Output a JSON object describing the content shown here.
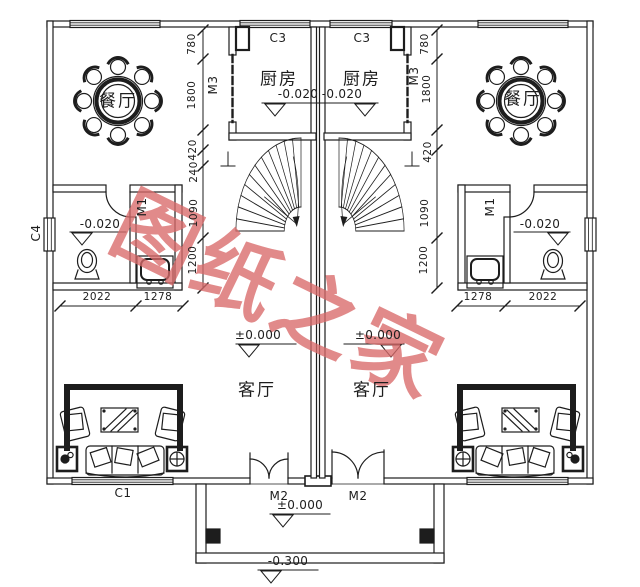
{
  "watermark": {
    "text": "图纸之家",
    "color": "#d96a6a"
  },
  "colors": {
    "line": "#1d1d1d",
    "background": "#ffffff",
    "watermark": "#d96a6a"
  },
  "rooms": {
    "dining": "餐厅",
    "kitchen": "厨房",
    "living": "客厅"
  },
  "codes": {
    "c1": "C1",
    "c3": "C3",
    "c4": "C4",
    "m1": "M1",
    "m2": "M2",
    "m3": "M3"
  },
  "levels": {
    "minus_020": "-0.020",
    "zero": "±0.000",
    "minus_300": "-0.300"
  },
  "dimensions": {
    "left_chain": [
      "780",
      "1800",
      "420",
      "240",
      "1090",
      "1200"
    ],
    "right_chain": [
      "780",
      "1800",
      "420",
      "1090",
      "1200"
    ],
    "bottom_left": [
      "2022",
      "1278"
    ],
    "bottom_right": [
      "1278",
      "2022"
    ]
  }
}
